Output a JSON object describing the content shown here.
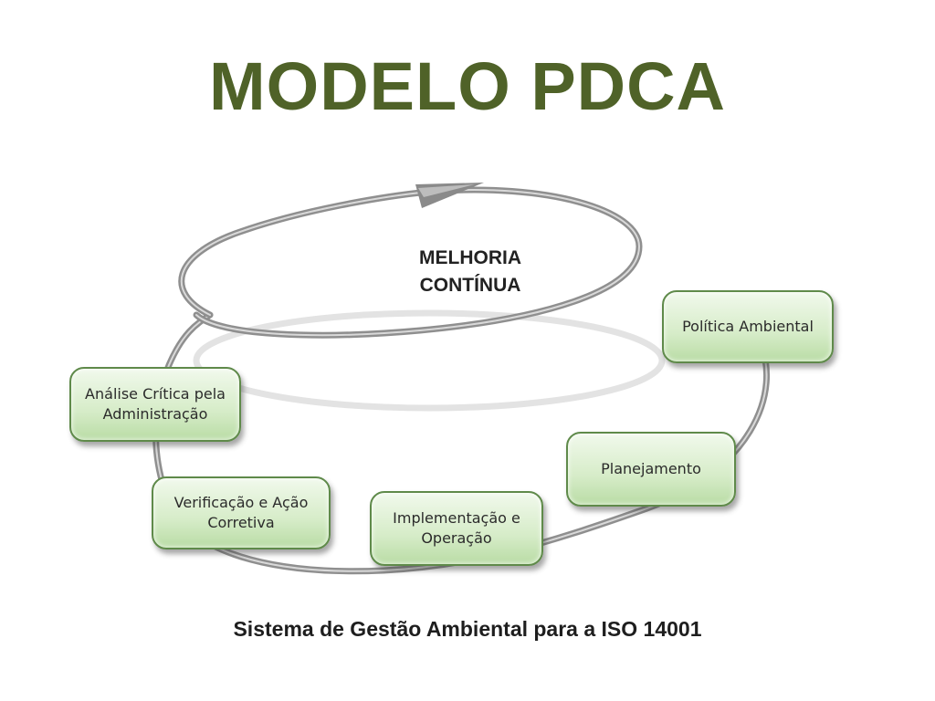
{
  "title": "MODELO PDCA",
  "center_label": {
    "line1": "MELHORIA",
    "line2": "CONTÍNUA"
  },
  "boxes": [
    {
      "line1": "Política Ambiental",
      "line2": ""
    },
    {
      "line1": "Planejamento",
      "line2": ""
    },
    {
      "line1": "Implementação e",
      "line2": "Operação"
    },
    {
      "line1": "Verificação e Ação",
      "line2": "Corretiva"
    },
    {
      "line1": "Análise Crítica pela",
      "line2": "Administração"
    }
  ],
  "footer": "Sistema de Gestão Ambiental para a ISO 14001"
}
